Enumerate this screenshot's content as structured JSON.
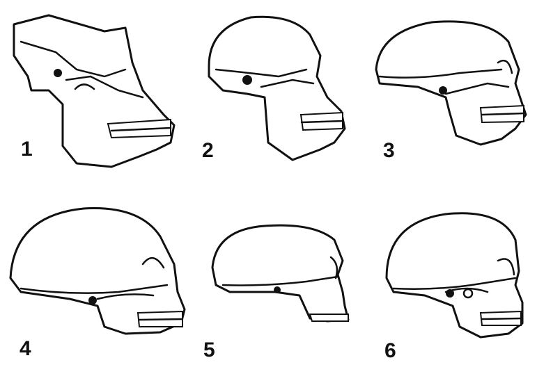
{
  "labels": [
    "1",
    "2",
    "3",
    "4",
    "5",
    "6"
  ],
  "line_color": "#111111",
  "background": "#ffffff"
}
